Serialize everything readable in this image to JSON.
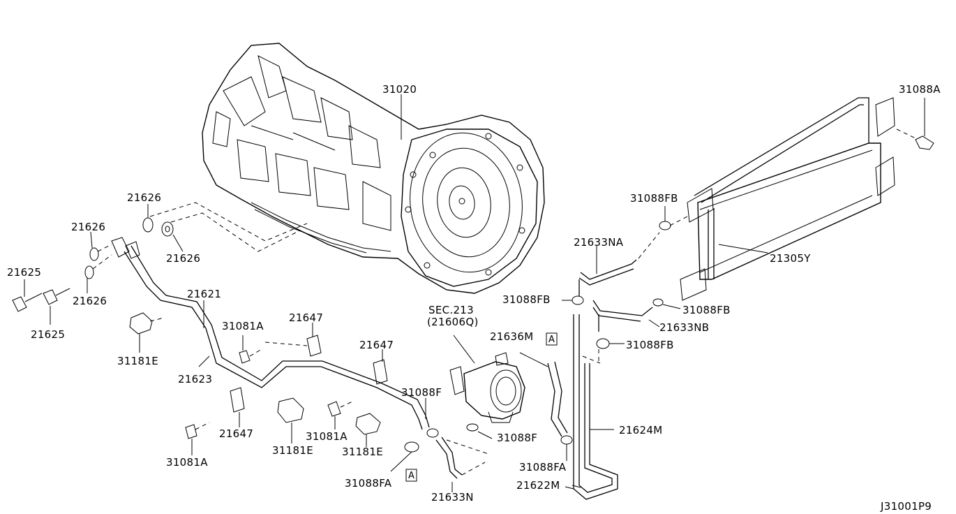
{
  "diagram_id": "J31001P9",
  "parts": {
    "p31020": "31020",
    "p31088A": "31088A",
    "p21305Y": "21305Y",
    "p31088FB_1": "31088FB",
    "p31088FB_2": "31088FB",
    "p31088FB_3": "31088FB",
    "p31088FB_4": "31088FB",
    "p21633NA": "21633NA",
    "p21633NB": "21633NB",
    "p21626_1": "21626",
    "p21626_2": "21626",
    "p21626_3": "21626",
    "p21626_4": "21626",
    "p21625_1": "21625",
    "p21625_2": "21625",
    "p21621": "21621",
    "p21623": "21623",
    "p31181E_1": "31181E",
    "p31181E_2": "31181E",
    "p31181E_3": "31181E",
    "p31081A_1": "31081A",
    "p31081A_2": "31081A",
    "p31081A_3": "31081A",
    "p21647_1": "21647",
    "p21647_2": "21647",
    "p21647_3": "21647",
    "sec_line1": "SEC.213",
    "sec_line2": "(21606Q)",
    "p21636M": "21636M",
    "p31088F_1": "31088F",
    "p31088F_2": "31088F",
    "p21624M": "21624M",
    "p31088FA_1": "31088FA",
    "p31088FA_2": "31088FA",
    "p21622M": "21622M",
    "p21633N": "21633N",
    "ref_A_1": "A",
    "ref_A_2": "A"
  }
}
